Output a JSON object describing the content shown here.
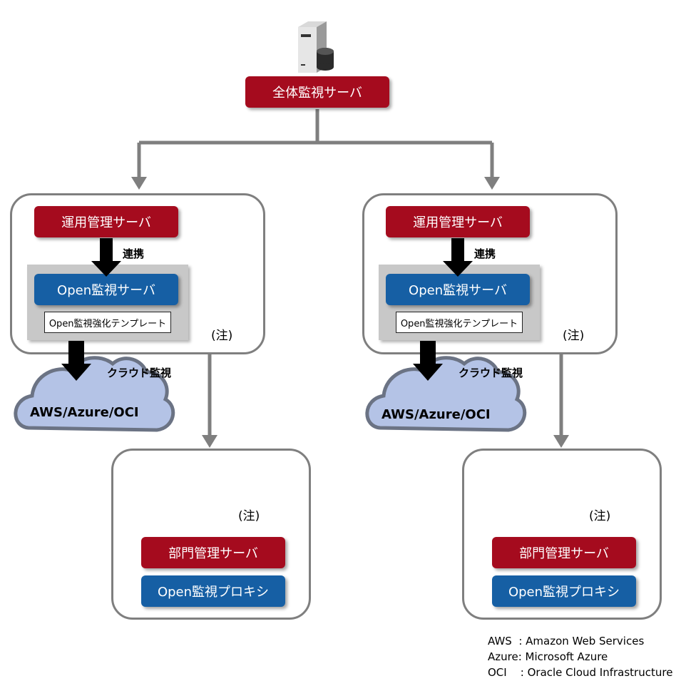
{
  "top": {
    "server_label": "全体監視サーバ"
  },
  "left": {
    "ops_server": "運用管理サーバ",
    "link_label": "連携",
    "open_server": "Open監視サーバ",
    "template": "Open監視強化テンプレート",
    "note": "(注)",
    "cloud_monitor": "クラウド監視",
    "cloud": "AWS/Azure/OCI",
    "dept": {
      "note": "(注)",
      "server": "部門管理サーバ",
      "proxy": "Open監視プロキシ"
    }
  },
  "right": {
    "ops_server": "運用管理サーバ",
    "link_label": "連携",
    "open_server": "Open監視サーバ",
    "template": "Open監視強化テンプレート",
    "note": "(注)",
    "cloud_monitor": "クラウド監視",
    "cloud": "AWS/Azure/OCI",
    "dept": {
      "note": "(注)",
      "server": "部門管理サーバ",
      "proxy": "Open監視プロキシ"
    }
  },
  "legend": [
    "AWS  : Amazon Web Services",
    "Azure: Microsoft Azure",
    "OCI    : Oracle Cloud Infrastructure"
  ],
  "colors": {
    "red": "#a50b1e",
    "blue": "#165fa4",
    "gray_line": "#7f7f7f",
    "cloud_fill": "#b4c3e6",
    "cloud_stroke": "#6b7384"
  }
}
